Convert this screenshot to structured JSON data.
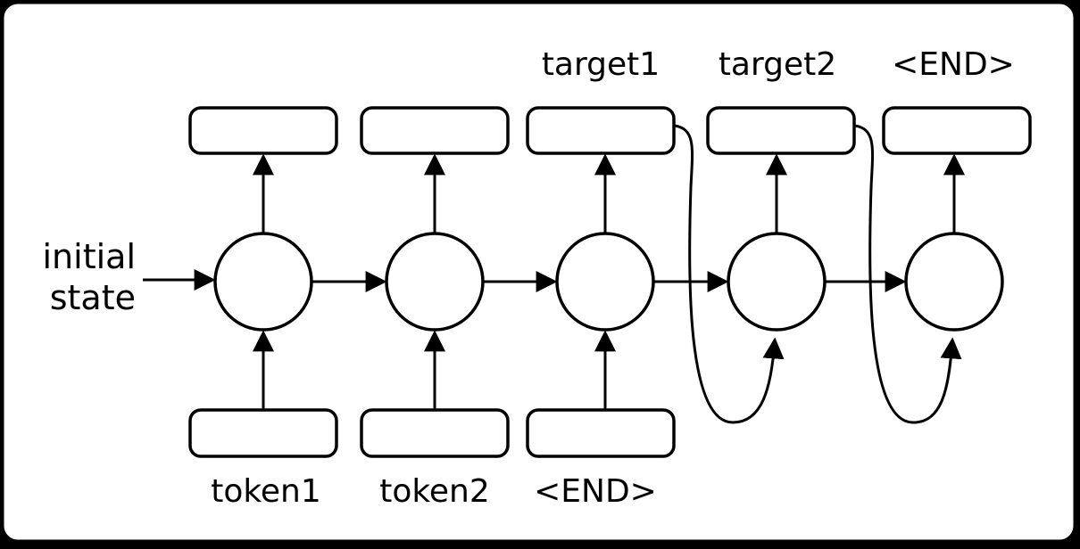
{
  "diagram": {
    "kind": "recurrent sequence-to-sequence network",
    "labels": {
      "initial_state": {
        "line1": "initial",
        "line2": "state"
      },
      "outputs": [
        "target1",
        "target2",
        "<END>"
      ],
      "inputs": [
        "token1",
        "token2",
        "<END>"
      ]
    },
    "colors": {
      "stroke": "#000000",
      "background": "#ffffff",
      "canvas": "#000000"
    }
  }
}
